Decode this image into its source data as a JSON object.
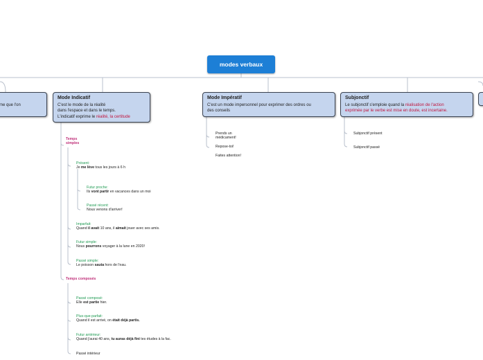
{
  "root": {
    "label": "modes verbaux"
  },
  "left_node": {
    "text": "rme que l'on"
  },
  "indicatif": {
    "title": "Mode Indicatif",
    "line1": "C'est le mode de la réalité",
    "line2": "dans l'espace et dans le temps.",
    "line3_prefix": "L'indicatif exprime le ",
    "line3_red": "réalité, la certitude"
  },
  "imperatif": {
    "title": "Mode Impératif",
    "line1": "C'est un mode impersonnel pour exprimer des ordres ou",
    "line2": "des conseils",
    "examples": [
      "Prends un",
      "médicament!",
      "Repose-toi!",
      "Faites attention!"
    ]
  },
  "subjonctif": {
    "title": "Subjonctif",
    "line1_prefix": "Le subjonctif s'emploie quand la ",
    "line1_red": "réalisation de l'action",
    "line2_red": "exprimée par le verbe est mise en doute, est incertaine.",
    "children": [
      "Subjonctif présent",
      "Subjonctif passé"
    ]
  },
  "simples": {
    "title1": "Temps",
    "title2": "simples",
    "present": {
      "label": "Présent:",
      "pre": "Je ",
      "bold": "me lève",
      "post": " tous les jours à 6 h"
    },
    "futur_proche": {
      "label": "Futur proche:",
      "pre": "Ils ",
      "bold": "vont partir",
      "post": " en vacances dans un moi"
    },
    "passe_recent": {
      "label": "Passé récent:",
      "text": "Nous venons d'arriver!"
    },
    "imparfait": {
      "label": "Imparfait:",
      "pre": "Quand ",
      "bold1": "il avait",
      "mid": " 10 ans, il ",
      "bold2": "aimait",
      "post": " jouer avec ses amis."
    },
    "futur_simple": {
      "label": "Futur simple:",
      "pre": "Nous ",
      "bold": "pourrons",
      "post": " voyager à la lune en 2020!"
    },
    "passe_simple": {
      "label": "Passé simple:",
      "pre": "Le poisson ",
      "bold": "sauta",
      "post": " hors de l'eau."
    }
  },
  "composes": {
    "title": "Temps composés",
    "passe_compose": {
      "label": "Passé composé:",
      "pre": "Elle ",
      "bold": "est partie",
      "post": " hier."
    },
    "plus_que_parfait": {
      "label": "Plus-que-parfait:",
      "pre": "Quand il est arrivé, on ",
      "bold": "était déjà partis."
    },
    "futur_anterieur": {
      "label": "Futur antérieur:",
      "pre": "Quand j'aurai 40 ans, ",
      "bold": "tu auras déjà fini",
      "post": " tes études à la fac."
    },
    "passe_anterieur": {
      "label": "Passé intérieur"
    }
  },
  "colors": {
    "root": "#1d7fd6",
    "node_bg": "#c5d5ee",
    "accent_red": "#c0143c",
    "section_pink": "#c0307a",
    "tense_green": "#1f9a52"
  }
}
